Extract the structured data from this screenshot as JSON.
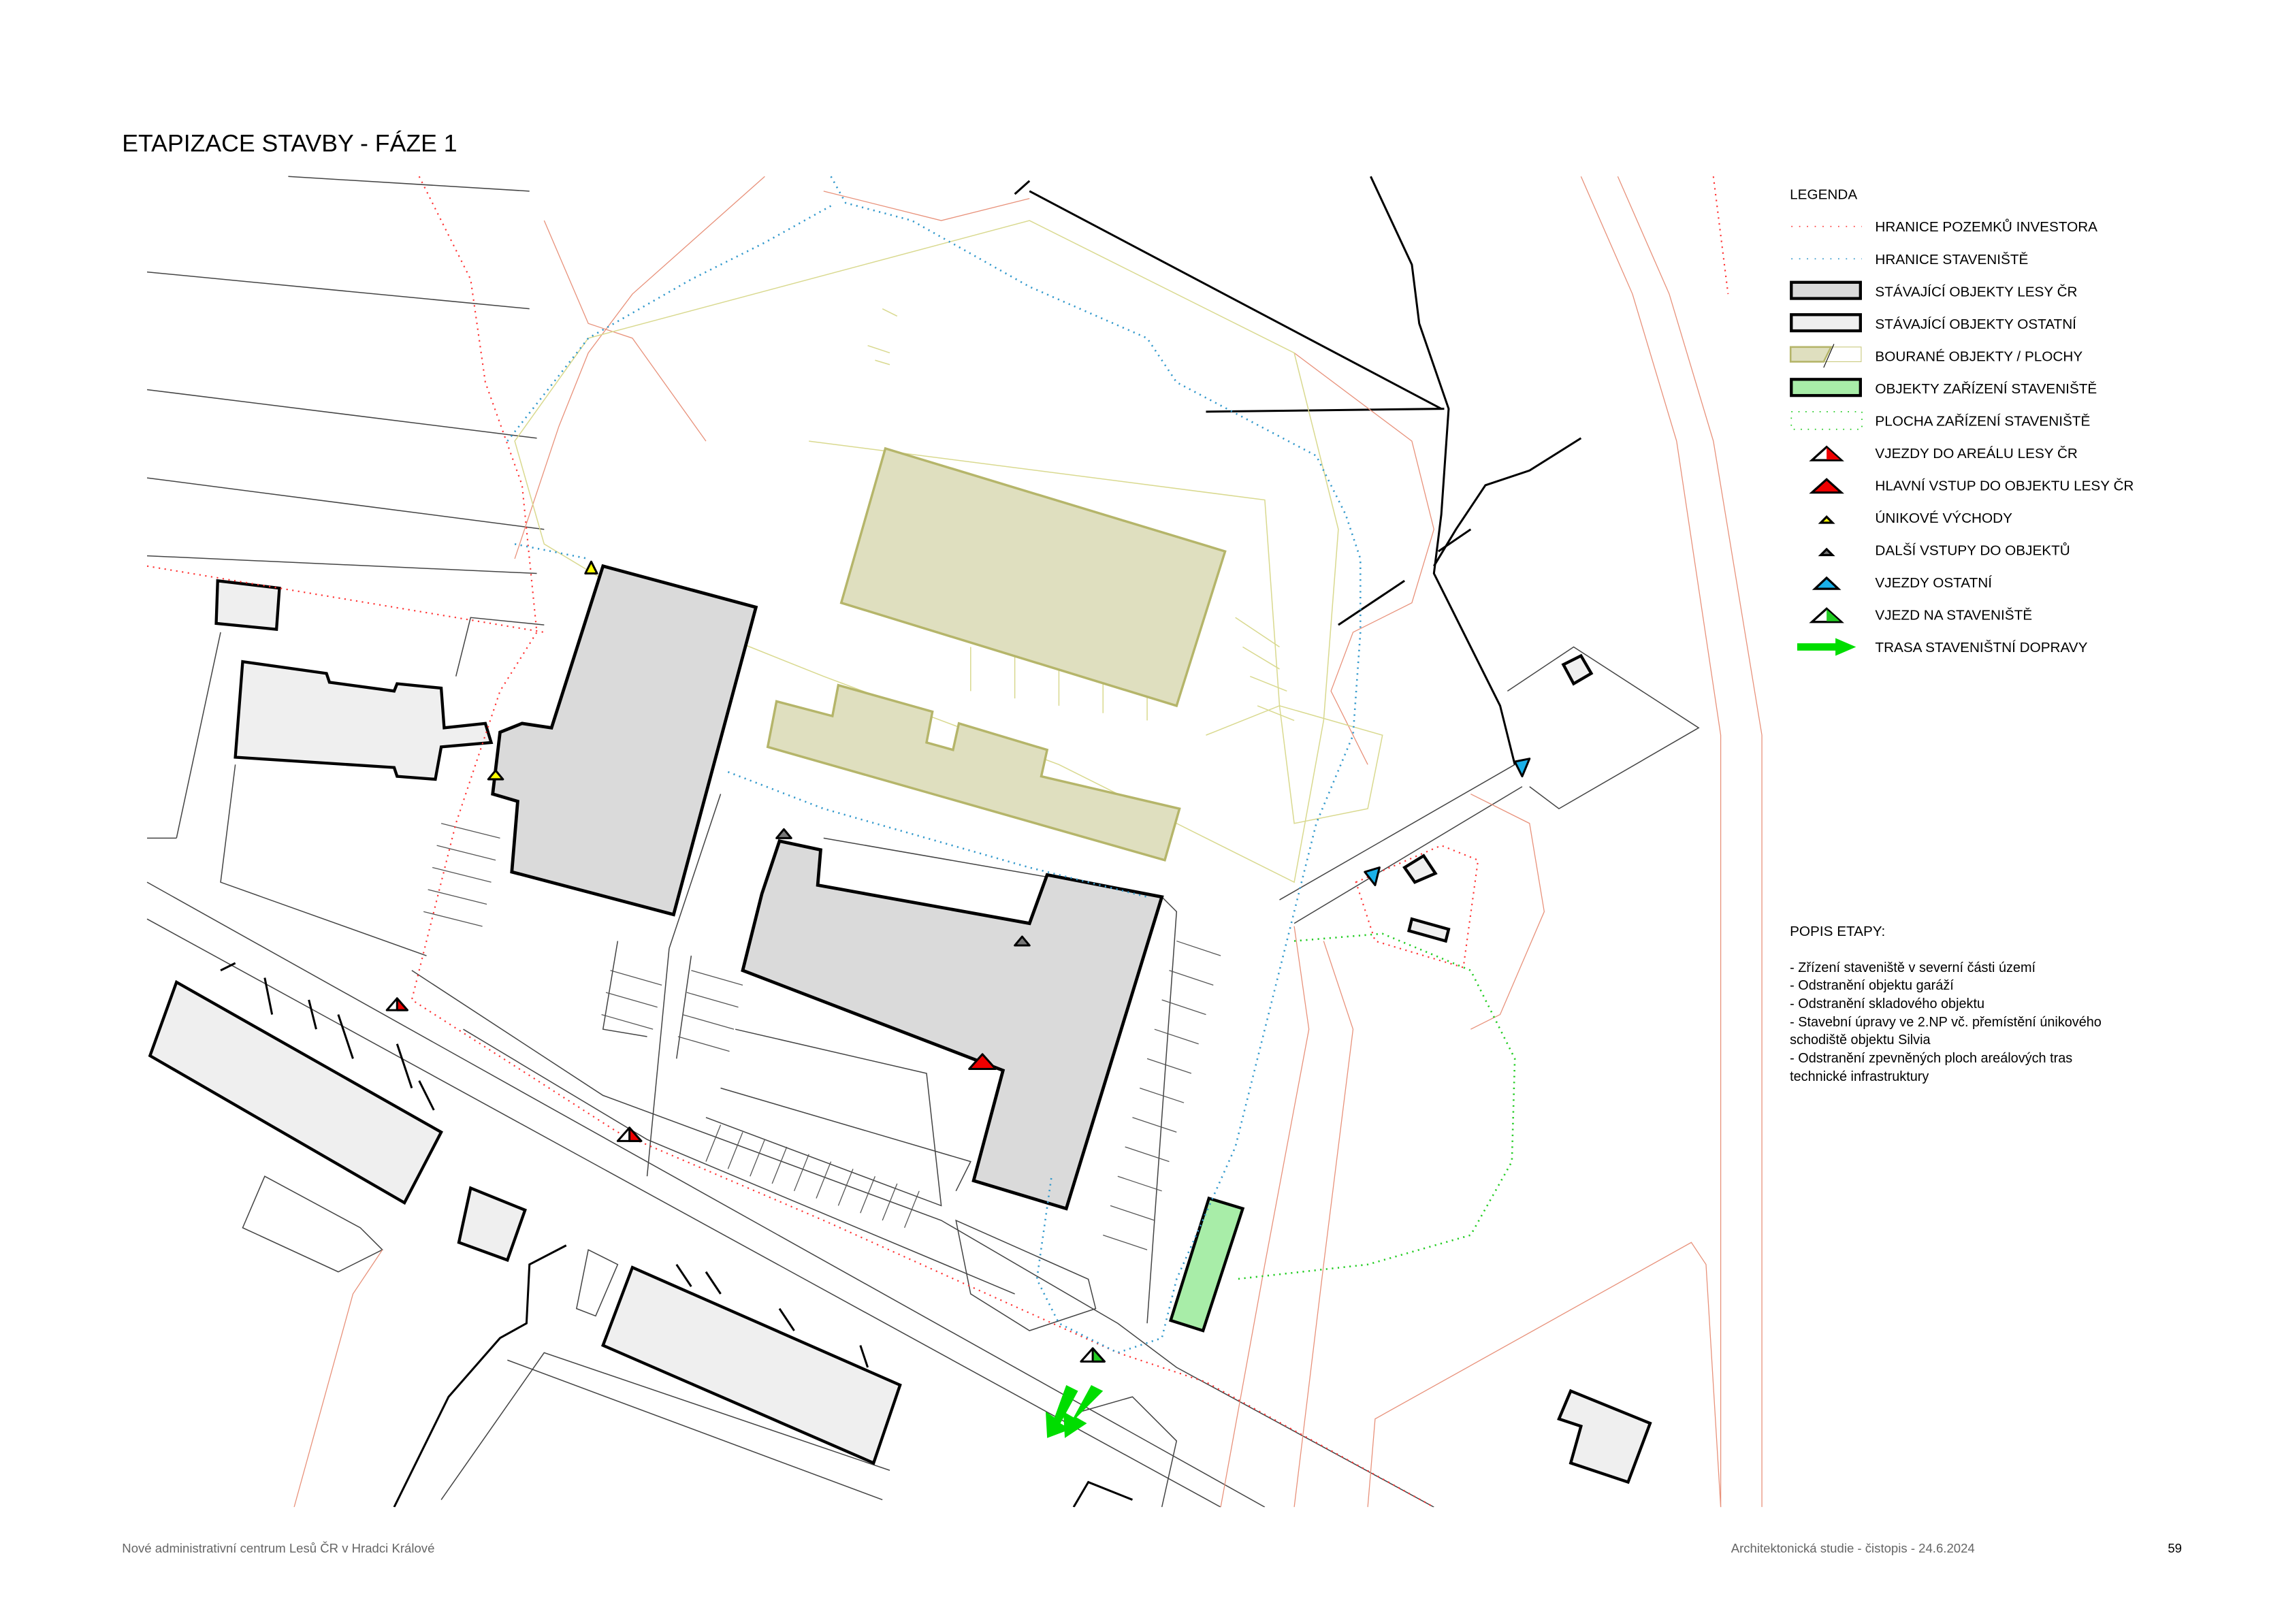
{
  "title": "ETAPIZACE STAVBY - FÁZE 1",
  "legend": {
    "heading": "LEGENDA",
    "items": [
      {
        "label": "HRANICE POZEMKŮ INVESTORA",
        "symbol": "red-dotted-line"
      },
      {
        "label": "HRANICE STAVENIŠTĚ",
        "symbol": "blue-dotted-line"
      },
      {
        "label": "STÁVAJÍCÍ OBJEKTY LESY ČR",
        "symbol": "grey-box"
      },
      {
        "label": "STÁVAJÍCÍ OBJEKTY OSTATNÍ",
        "symbol": "light-grey-box"
      },
      {
        "label": "BOURANÉ OBJEKTY / PLOCHY",
        "symbol": "olive-box"
      },
      {
        "label": "OBJEKTY ZAŘÍZENÍ STAVENIŠTĚ",
        "symbol": "green-box"
      },
      {
        "label": "PLOCHA ZAŘÍZENÍ STAVENIŠTĚ",
        "symbol": "green-dotted-area"
      },
      {
        "label": "VJEZDY DO AREÁLU LESY ČR",
        "symbol": "half-red-triangle"
      },
      {
        "label": "HLAVNÍ VSTUP DO OBJEKTU LESY ČR",
        "symbol": "red-triangle"
      },
      {
        "label": "ÚNIKOVÉ VÝCHODY",
        "symbol": "yellow-triangle"
      },
      {
        "label": "DALŠÍ VSTUPY DO OBJEKTŮ",
        "symbol": "grey-triangle"
      },
      {
        "label": "VJEZDY OSTATNÍ",
        "symbol": "blue-triangle"
      },
      {
        "label": "VJEZD NA STAVENIŠTĚ",
        "symbol": "half-green-triangle"
      },
      {
        "label": "TRASA STAVENIŠTNÍ DOPRAVY",
        "symbol": "green-arrow"
      }
    ]
  },
  "description": {
    "heading": "POPIS ETAPY:",
    "lines": [
      "- Zřízení staveniště v severní části území",
      "- Odstranění objektu garáží",
      "- Odstranění skladového objektu",
      "- Stavební úpravy ve 2.NP vč. přemístění únikového",
      "schodiště objektu Silvia",
      "- Odstranění zpevněných ploch areálových tras",
      "technické infrastruktury"
    ]
  },
  "footer": {
    "project": "Nové administrativní centrum Lesů ČR v Hradci Králové",
    "stage": "Architektonická studie - čistopis - 24.6.2024",
    "page": "59"
  },
  "colors": {
    "lesy_building": "#dadada",
    "other_building": "#efefef",
    "demolished": "#dfdfbf",
    "demolished_stroke": "#b5b56a",
    "site_building": "#a8eda8",
    "property_boundary": "#ff0000",
    "site_boundary": "#3399cc",
    "site_area": "#22cc22",
    "transport": "#00dd00"
  }
}
